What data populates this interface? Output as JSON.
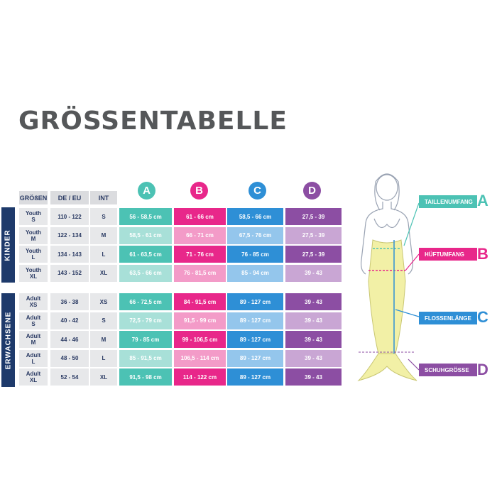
{
  "title": "GRÖSSENTABELLE",
  "headers": {
    "size": "GRÖßEN",
    "de_eu": "DE / EU",
    "int": "INT"
  },
  "columns": [
    {
      "letter": "A",
      "color": "#4cc2b4"
    },
    {
      "letter": "B",
      "color": "#e8278a"
    },
    {
      "letter": "C",
      "color": "#2e8fd6"
    },
    {
      "letter": "D",
      "color": "#8c4ea3"
    }
  ],
  "groups": {
    "kinder": "KINDER",
    "erwachsene": "ERWACHSENE"
  },
  "rows_kinder": [
    {
      "size": "Youth\nS",
      "de_eu": "110 - 122",
      "int": "S",
      "a": "56 - 58,5 cm",
      "b": "61 - 66 cm",
      "c": "58,5 - 66 cm",
      "d": "27,5 - 39"
    },
    {
      "size": "Youth\nM",
      "de_eu": "122 - 134",
      "int": "M",
      "a": "58,5 - 61 cm",
      "b": "66 - 71 cm",
      "c": "67,5 - 76 cm",
      "d": "27,5 - 39"
    },
    {
      "size": "Youth\nL",
      "de_eu": "134 - 143",
      "int": "L",
      "a": "61 - 63,5 cm",
      "b": "71 - 76 cm",
      "c": "76 - 85 cm",
      "d": "27,5 - 39"
    },
    {
      "size": "Youth\nXL",
      "de_eu": "143 - 152",
      "int": "XL",
      "a": "63,5 - 66 cm",
      "b": "76 - 81,5 cm",
      "c": "85 - 94 cm",
      "d": "39 - 43"
    }
  ],
  "rows_erwachsene": [
    {
      "size": "Adult\nXS",
      "de_eu": "36 - 38",
      "int": "XS",
      "a": "66 - 72,5 cm",
      "b": "84 - 91,5 cm",
      "c": "89 - 127 cm",
      "d": "39 - 43"
    },
    {
      "size": "Adult\nS",
      "de_eu": "40 - 42",
      "int": "S",
      "a": "72,5 - 79 cm",
      "b": "91,5 - 99 cm",
      "c": "89 - 127 cm",
      "d": "39 - 43"
    },
    {
      "size": "Adult\nM",
      "de_eu": "44 - 46",
      "int": "M",
      "a": "79 - 85 cm",
      "b": "99 - 106,5 cm",
      "c": "89 - 127 cm",
      "d": "39 - 43"
    },
    {
      "size": "Adult\nL",
      "de_eu": "48 - 50",
      "int": "L",
      "a": "85 - 91,5 cm",
      "b": "106,5 - 114 cm",
      "c": "89 - 127 cm",
      "d": "39 - 43"
    },
    {
      "size": "Adult\nXL",
      "de_eu": "52 - 54",
      "int": "XL",
      "a": "91,5 - 98 cm",
      "b": "114 - 122 cm",
      "c": "89 - 127 cm",
      "d": "39 - 43"
    }
  ],
  "callouts": [
    {
      "label": "TAILLENUMFANG",
      "letter": "A",
      "color": "#4cc2b4"
    },
    {
      "label": "HÜFTUMFANG",
      "letter": "B",
      "color": "#e8278a"
    },
    {
      "label": "FLOSSENLÄNGE",
      "letter": "C",
      "color": "#2e8fd6"
    },
    {
      "label": "SCHUHGRÖSSE",
      "letter": "D",
      "color": "#8c4ea3"
    }
  ]
}
